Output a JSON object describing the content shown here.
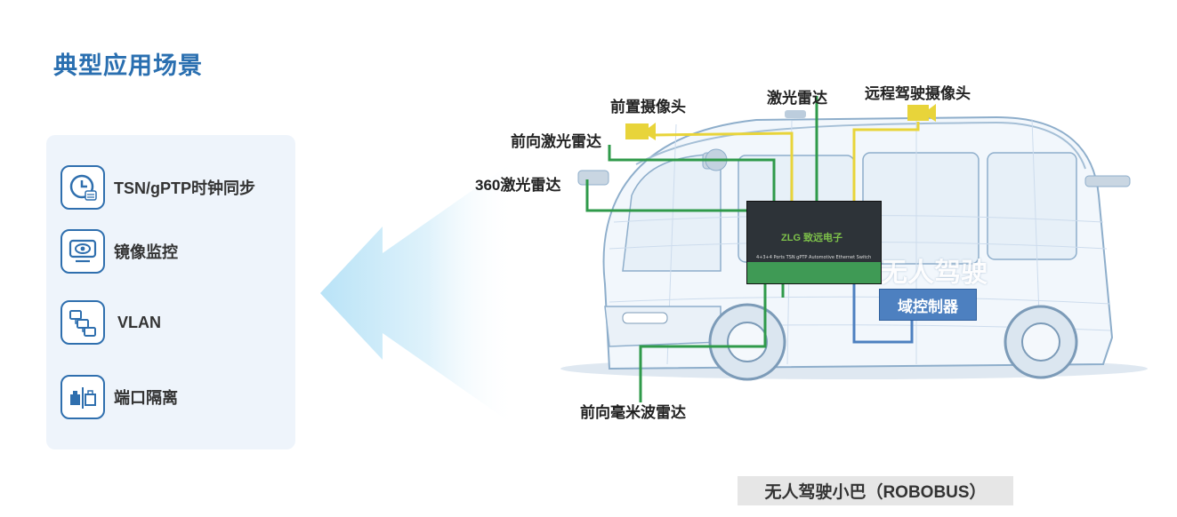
{
  "title": "典型应用场景",
  "features": [
    {
      "icon": "clock-sync-icon",
      "label": "TSN/gPTP时钟同步"
    },
    {
      "icon": "eye-monitor-icon",
      "label": "镜像监控"
    },
    {
      "icon": "vlan-network-icon",
      "label": "VLAN"
    },
    {
      "icon": "port-isolation-icon",
      "label": "端口隔离"
    }
  ],
  "diagram": {
    "labels": {
      "front_camera": "前置摄像头",
      "lidar": "激光雷达",
      "remote_camera": "远程驾驶摄像头",
      "front_lidar": "前向激光雷达",
      "lidar_360": "360激光雷达",
      "front_radar": "前向毫米波雷达",
      "domain_controller": "域控制器",
      "watermark": "无人驾驶"
    },
    "switch": {
      "brand": "ZLG 致远电子",
      "model": "4+3+4 Ports TSN gPTP Automotive Ethernet Switch"
    },
    "colors": {
      "camera": "#e8d43a",
      "ethernet": "#2f9a4a",
      "controller": "#4d80c0",
      "accent": "#2a6fb0"
    }
  },
  "caption": "无人驾驶小巴（ROBOBUS）"
}
